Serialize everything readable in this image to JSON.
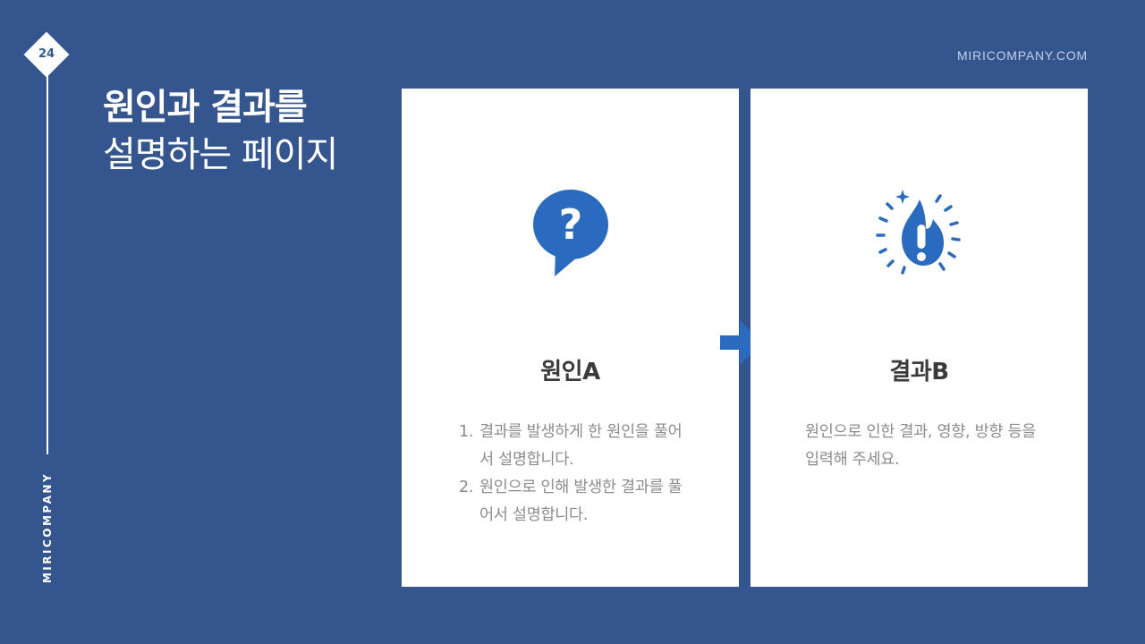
{
  "page_number": "24",
  "brand_vertical": "MIRICOMPANY",
  "site_url": "MIRICOMPANY.COM",
  "title": {
    "line1": "원인과 결과를",
    "line2": "설명하는 페이지"
  },
  "colors": {
    "background": "#34558e",
    "accent": "#2a6bbf",
    "card": "#ffffff",
    "body_text": "#8c8c8c",
    "heading_text": "#3a3a3a"
  },
  "cause_card": {
    "icon": "question-speech-bubble-icon",
    "title": "원인A",
    "items": [
      {
        "num": "1.",
        "text": "결과를 발생하게 한 원인을 풀어서 설명합니다."
      },
      {
        "num": "2.",
        "text": "원인으로 인해 발생한 결과를 풀어서 설명합니다."
      }
    ]
  },
  "arrow_icon": "arrow-right-icon",
  "result_card": {
    "icon": "exclamation-burst-icon",
    "title": "결과B",
    "description": "원인으로 인한 결과, 영향, 방향 등을 입력해 주세요."
  }
}
